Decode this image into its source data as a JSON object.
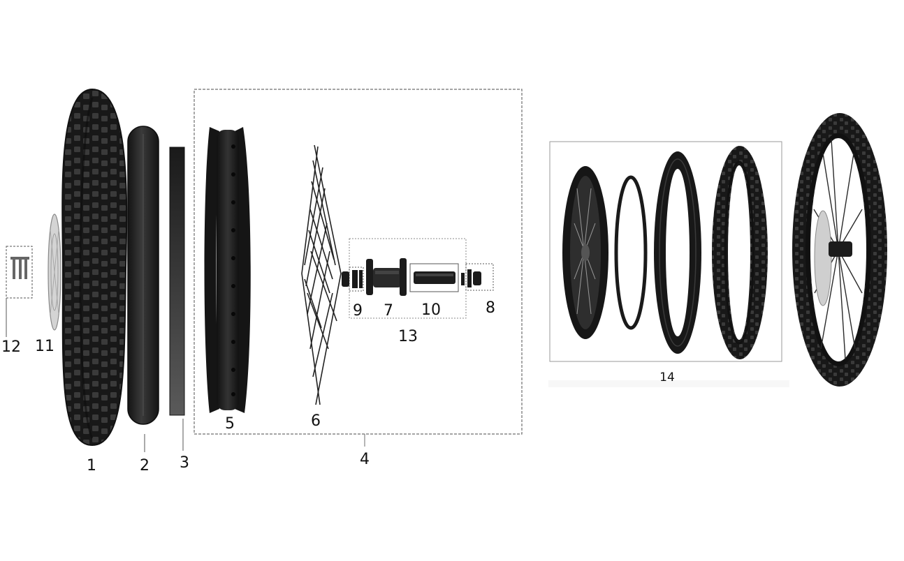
{
  "diagram": {
    "callouts": [
      {
        "id": "1",
        "label": "1"
      },
      {
        "id": "2",
        "label": "2"
      },
      {
        "id": "3",
        "label": "3"
      },
      {
        "id": "4",
        "label": "4"
      },
      {
        "id": "5",
        "label": "5"
      },
      {
        "id": "6",
        "label": "6"
      },
      {
        "id": "7",
        "label": "7"
      },
      {
        "id": "8",
        "label": "8"
      },
      {
        "id": "9",
        "label": "9"
      },
      {
        "id": "10",
        "label": "10"
      },
      {
        "id": "11",
        "label": "11"
      },
      {
        "id": "12",
        "label": "12"
      },
      {
        "id": "13",
        "label": "13"
      },
      {
        "id": "14",
        "label": "14"
      }
    ],
    "colors": {
      "part": "#1c1c1c",
      "part_highlight": "#4a4a4a",
      "disc": "#bdbdbd",
      "frame": "#6e6e6e",
      "label": "#111111"
    }
  }
}
